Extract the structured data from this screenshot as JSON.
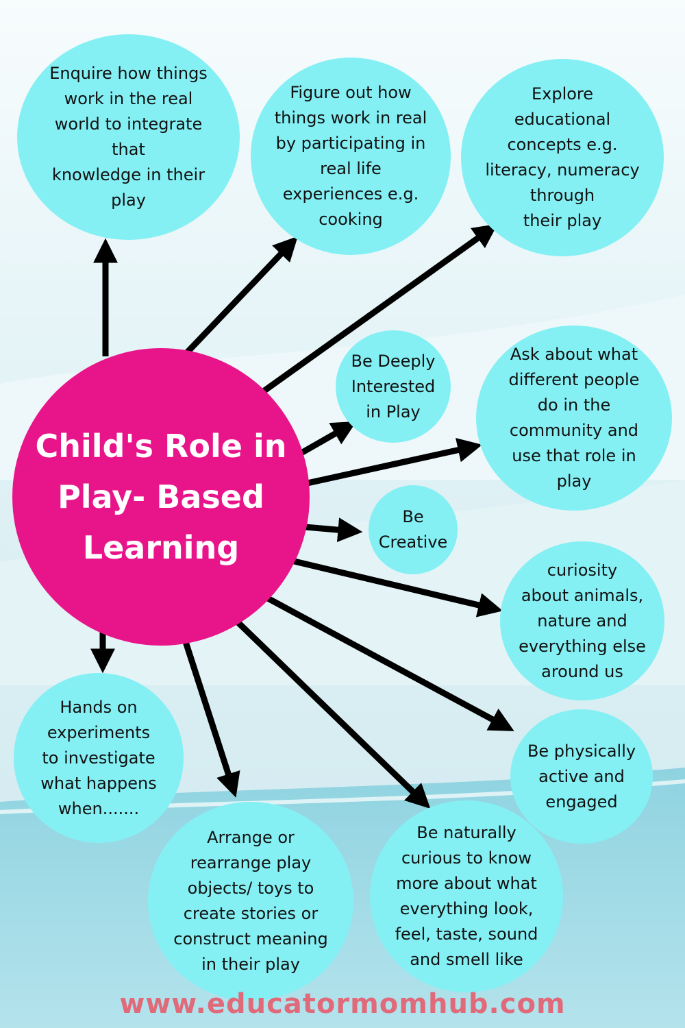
{
  "center": {
    "title": "Child's Role in\nPlay- Based\nLearning"
  },
  "bubbles": [
    {
      "text": "Enquire how things\nwork in the real\nworld to integrate\nthat\nknowledge in their\nplay"
    },
    {
      "text": "Figure out how\nthings work in real\nby participating in\nreal life\nexperiences e.g.\ncooking"
    },
    {
      "text": "Explore\neducational\nconcepts e.g.\nliteracy, numeracy\nthrough\ntheir play"
    },
    {
      "text": "Be Deeply\nInterested\nin Play"
    },
    {
      "text": "Ask about what\ndifferent people\ndo in the\ncommunity and\nuse that role in\nplay"
    },
    {
      "text": "Be\nCreative"
    },
    {
      "text": "curiosity\nabout animals,\nnature and\neverything else\naround us"
    },
    {
      "text": "Be physically\nactive and\nengaged"
    },
    {
      "text": "Hands on\nexperiments\nto investigate\nwhat happens\nwhen......."
    },
    {
      "text": "Arrange or\nrearrange play\nobjects/ toys to\ncreate stories or\nconstruct meaning\nin their play"
    },
    {
      "text": "Be naturally\ncurious to know\nmore about what\neverything look,\nfeel, taste, sound\nand smell like"
    }
  ],
  "footer": {
    "url": "www.educatormomhub.com"
  },
  "colors": {
    "center": "#e8158a",
    "bubble": "#84f0f4",
    "arrow": "#000000",
    "footer": "#e06a7a"
  }
}
